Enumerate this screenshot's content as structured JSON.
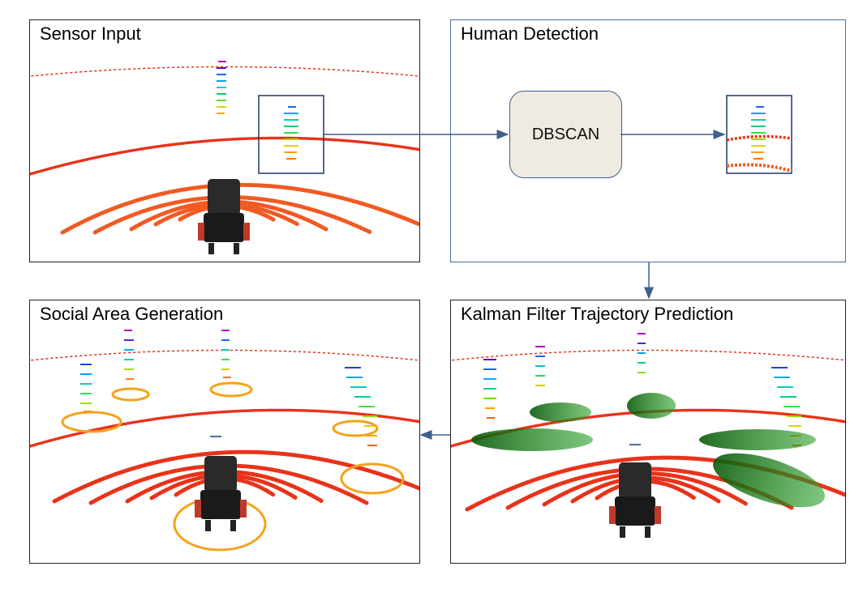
{
  "panels": {
    "sensor_input": {
      "title": "Sensor Input"
    },
    "human_detection": {
      "title": "Human Detection",
      "process_label": "DBSCAN"
    },
    "social_area": {
      "title": "Social Area Generation"
    },
    "kalman": {
      "title": "Kalman Filter Trajectory Prediction"
    }
  },
  "colors": {
    "lidar_red": "#e8331a",
    "lidar_orange": "#f15a22",
    "arrow": "#3f5f8a",
    "panel_border_detection": "#4a6fa5",
    "social_circle": "#f4a21b",
    "prediction_green": "#1a8a1a",
    "process_fill": "#efebe2"
  },
  "icons": {
    "robot": "wheelchair-robot-icon",
    "human_cluster": "human-point-cloud-icon"
  }
}
